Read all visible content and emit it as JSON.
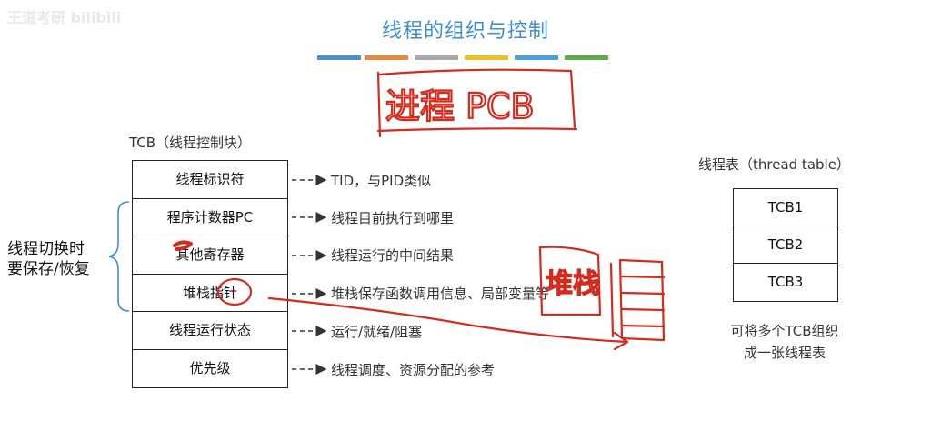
{
  "slide": {
    "title": "线程的组织与控制",
    "watermark": "王道考研 bilibili",
    "bar_colors": [
      "#4d8fd0",
      "#e88a3a",
      "#a8a8a8",
      "#f0c020",
      "#4aa0d8",
      "#5cad4a"
    ]
  },
  "annotation": {
    "handwritten": "进程 PCB",
    "handwritten2": "堆栈"
  },
  "tcb": {
    "caption": "TCB（线程控制块）",
    "rows": [
      {
        "label": "线程标识符",
        "desc": "TID，与PID类似"
      },
      {
        "label": "程序计数器PC",
        "desc": "线程目前执行到哪里"
      },
      {
        "label": "其他寄存器",
        "desc": "线程运行的中间结果"
      },
      {
        "label": "堆栈指针",
        "desc": "堆栈保存函数调用信息、局部变量等"
      },
      {
        "label": "线程运行状态",
        "desc": "运行/就绪/阻塞"
      },
      {
        "label": "优先级",
        "desc": "线程调度、资源分配的参考"
      }
    ]
  },
  "switch_note": {
    "line1": "线程切换时",
    "line2": "要保存/恢复"
  },
  "thread_table": {
    "caption": "线程表（thread table）",
    "rows": [
      "TCB1",
      "TCB2",
      "TCB3"
    ],
    "note_line1": "可将多个TCB组织",
    "note_line2": "成一张线程表"
  }
}
